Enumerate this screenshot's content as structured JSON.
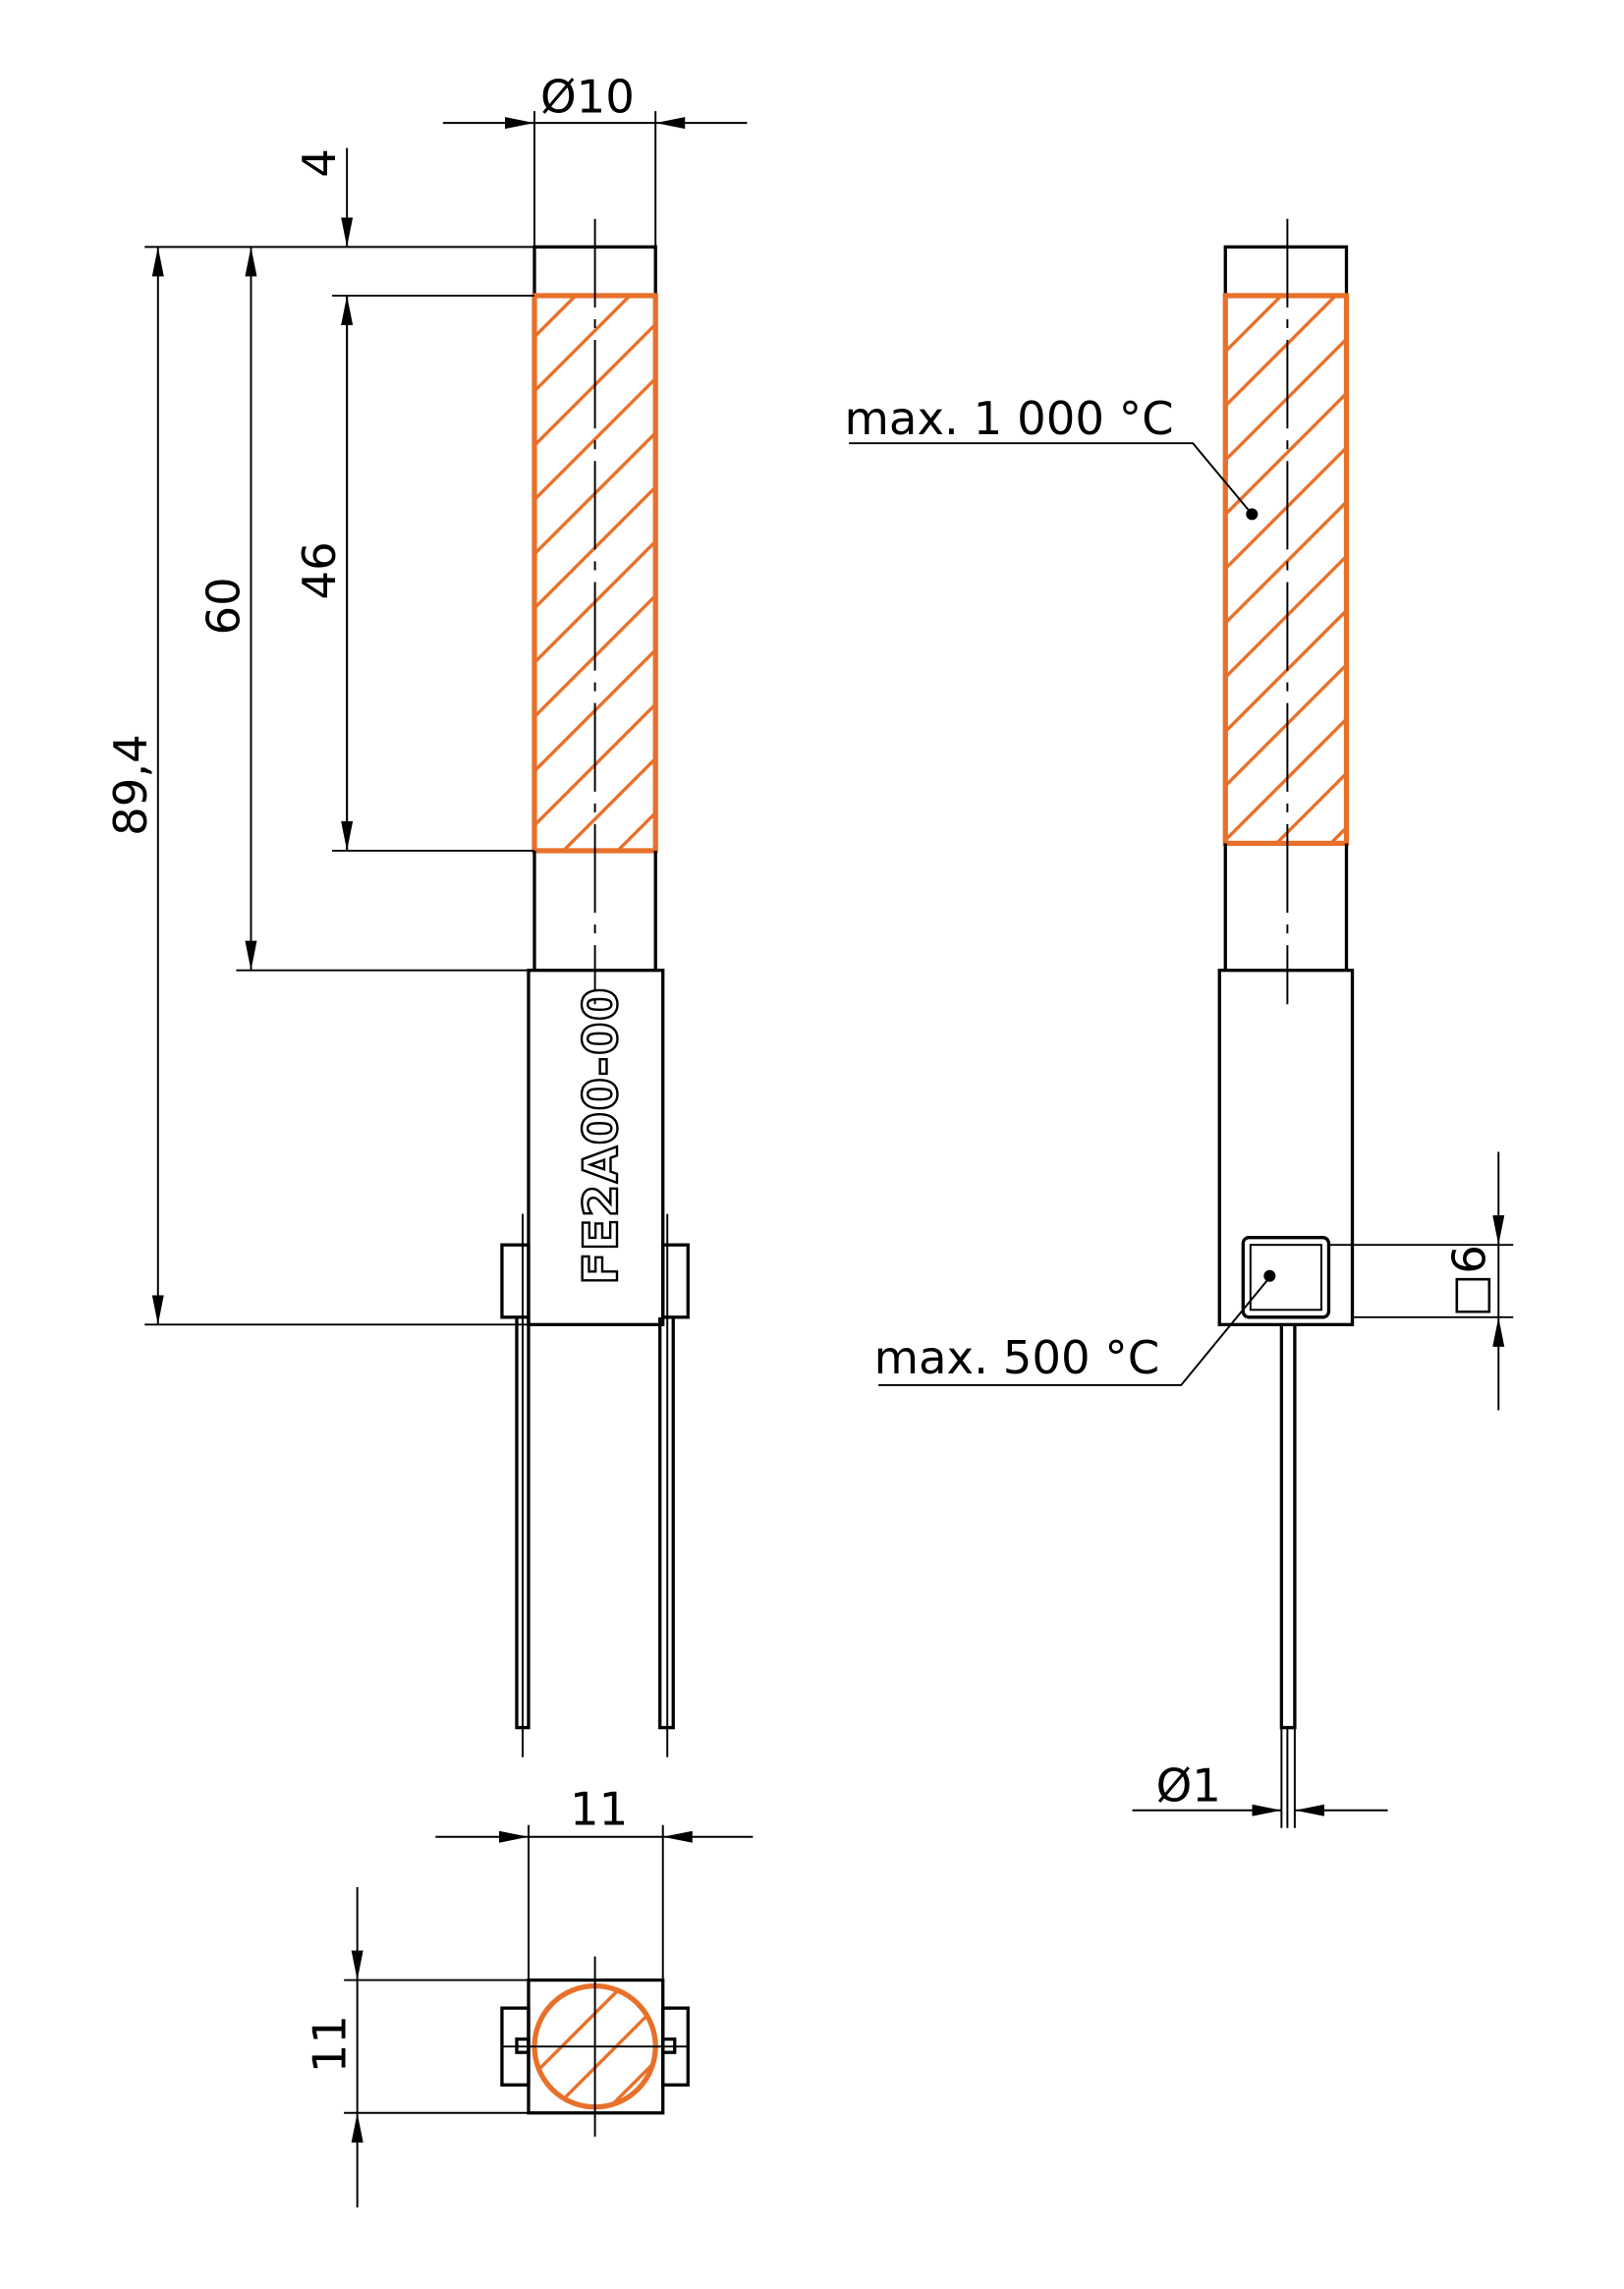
{
  "colors": {
    "heat_zone": "#e8702a",
    "line": "#000000"
  },
  "part_label": "FE2A00-00",
  "dimensions": {
    "diameter_tube": "Ø10",
    "tip_length": "4",
    "heat_zone_length": "46",
    "tube_length": "60",
    "overall_length": "89,4",
    "pin_diameter": "Ø1",
    "terminal_square": "□6",
    "housing_width": "11",
    "housing_depth": "11"
  },
  "annotations": {
    "max_temp_tube": "max. 1 000 °C",
    "max_temp_terminal": "max. 500 °C"
  }
}
